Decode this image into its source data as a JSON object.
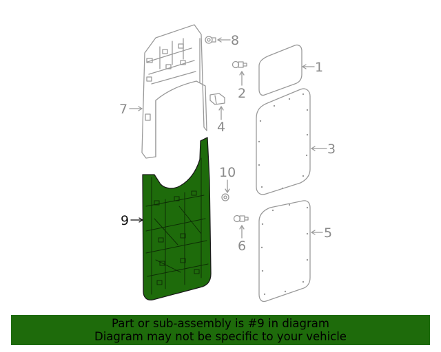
{
  "diagram": {
    "callouts": [
      "1",
      "2",
      "3",
      "4",
      "5",
      "6",
      "7",
      "8",
      "9",
      "10"
    ],
    "highlighted_part": "9",
    "colors": {
      "highlight_fill": "#1e6b0b",
      "line": "#9a9a9a",
      "banner": "#1e6b0b"
    }
  },
  "banner": {
    "line1": "Part or sub-assembly is #9 in diagram",
    "line2": "Diagram may not be specific to your vehicle"
  }
}
